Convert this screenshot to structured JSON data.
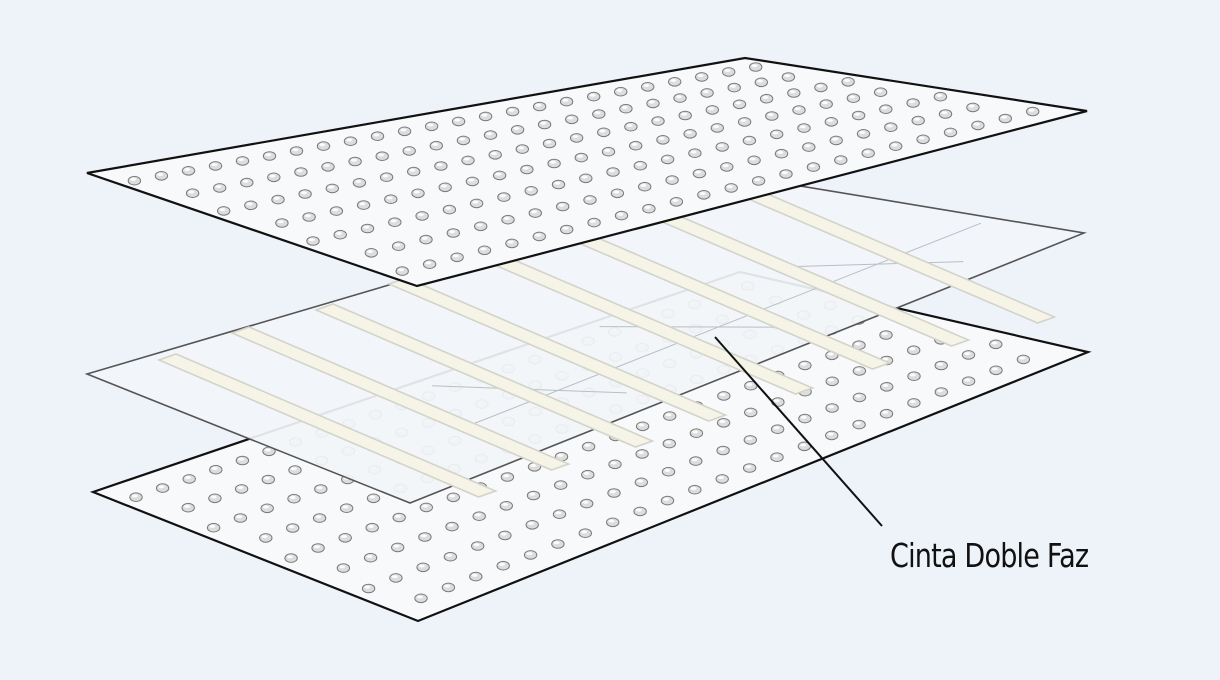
{
  "diagram": {
    "callout_label": "Cinta Doble Faz",
    "colors": {
      "background": "#eef3fa",
      "plate_fill": "#f8f9fb",
      "outline": "#111111",
      "membrane_fill": "#f2f5f9",
      "membrane_outline": "#555555",
      "tape_fill": "#f6f4e6",
      "tape_stroke": "#d3d3cb",
      "dot_fill": "#dddddd",
      "dot_stroke": "#7a7a7a"
    },
    "layers": [
      {
        "name": "tactile-plate-top"
      },
      {
        "name": "adhesive-tape-membrane"
      },
      {
        "name": "tactile-plate-bottom"
      }
    ]
  }
}
